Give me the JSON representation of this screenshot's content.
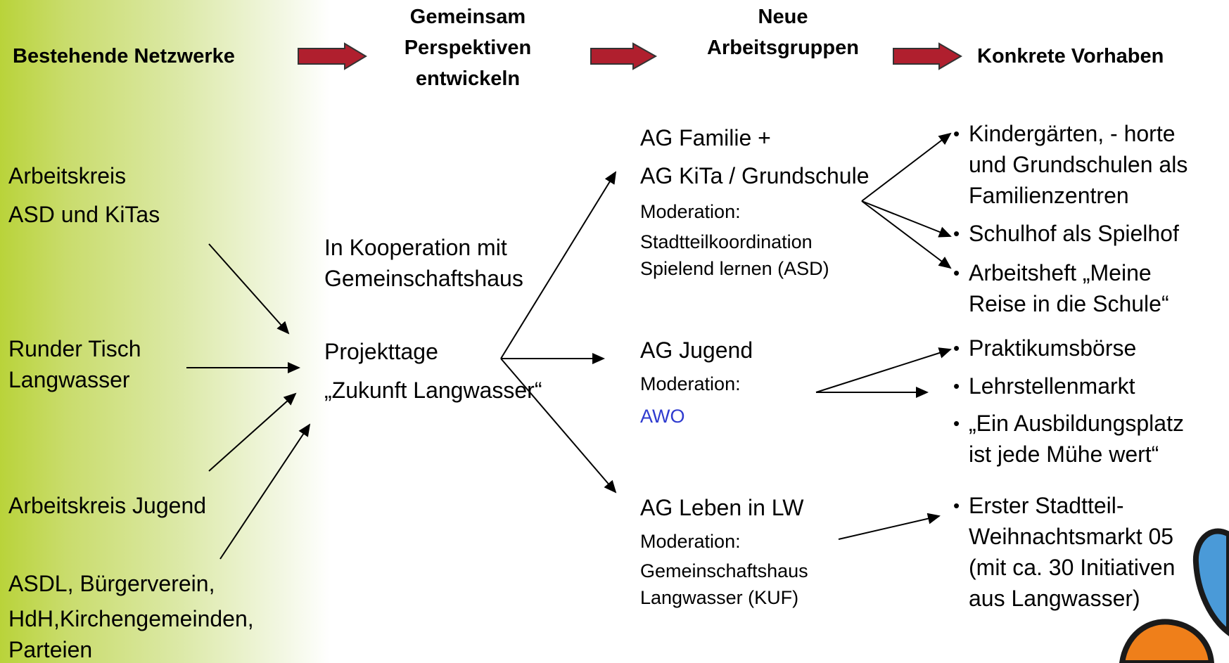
{
  "headers": {
    "col1": "Bestehende Netzwerke",
    "col2": [
      "Gemeinsam",
      "Perspektiven",
      "entwickeln"
    ],
    "col3": [
      "Neue",
      "Arbeitsgruppen"
    ],
    "col4": "Konkrete Vorhaben"
  },
  "networks": {
    "n1": [
      "Arbeitskreis",
      "ASD und KiTas"
    ],
    "n2": [
      "Runder Tisch",
      "Langwasser"
    ],
    "n3": "Arbeitskreis Jugend",
    "n4": [
      "ASDL, Bürgerverein,",
      "HdH,Kirchengemeinden,",
      "Parteien"
    ]
  },
  "center": {
    "coop": [
      "In Kooperation mit",
      "Gemeinschaftshaus"
    ],
    "project": [
      "Projekttage",
      "„Zukunft Langwasser“"
    ]
  },
  "groups": {
    "g1": {
      "title": [
        "AG Familie +",
        "AG KiTa / Grundschule"
      ],
      "mod_label": "Moderation:",
      "mod": [
        "Stadtteilkoordination",
        "Spielend lernen (ASD)"
      ]
    },
    "g2": {
      "title": "AG Jugend",
      "mod_label": "Moderation:",
      "mod": "AWO"
    },
    "g3": {
      "title": "AG Leben in LW",
      "mod_label": "Moderation:",
      "mod": [
        "Gemeinschaftshaus",
        "Langwasser (KUF)"
      ]
    }
  },
  "projects": {
    "p1": [
      "Kindergärten, - horte",
      "und Grundschulen als",
      "Familienzentren"
    ],
    "p2": "Schulhof als Spielhof",
    "p3": [
      "Arbeitsheft „Meine",
      "Reise in die Schule“"
    ],
    "p4": "Praktikumsbörse",
    "p5": "Lehrstellenmarkt",
    "p6": [
      "„Ein Ausbildungsplatz",
      "ist jede Mühe wert“"
    ],
    "p7": [
      "Erster Stadtteil-",
      "Weihnachtsmarkt 05",
      "(mit ca. 30 Initiativen",
      "aus Langwasser)"
    ]
  },
  "colors": {
    "header_arrow": "#b01f2e",
    "awo_blue": "#2f3bcf",
    "petal_blue": "#4a9ad8",
    "petal_orange": "#ef7f1a",
    "gradient_green": "#b9d33a"
  }
}
